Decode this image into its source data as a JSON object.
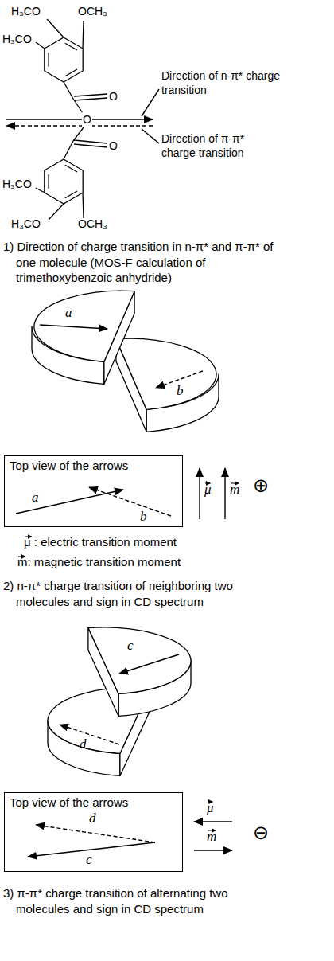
{
  "diagram": {
    "nodes": [
      {
        "text": [
          "Top view of the arrows"
        ]
      },
      {
        "text": [
          "Top view of the arrows"
        ]
      }
    ],
    "labels": [
      "H₃CO",
      "OCH₃",
      "H₃CO",
      "O",
      "O",
      "O",
      "H₃CO",
      "H₃CO",
      "OCH₃",
      "Direction of n-π* charge transition",
      "Direction of π-π* charge transition",
      "1) Direction of charge transition in n-π* and π-π* of one molecule (MOS-F calculation of trimethoxybenzoic anhydride)",
      "a",
      "b",
      "a",
      "b",
      "μ",
      "m",
      "⊕",
      "μ : electric transition moment",
      "m: magnetic transition moment",
      "2) n-π* charge transition of neighboring two molecules and sign in CD spectrum",
      "c",
      "d",
      "d",
      "c",
      "μ",
      "m",
      "⊖",
      "3) π-π* charge transition of alternating two molecules and sign in CD spectrum"
    ]
  }
}
